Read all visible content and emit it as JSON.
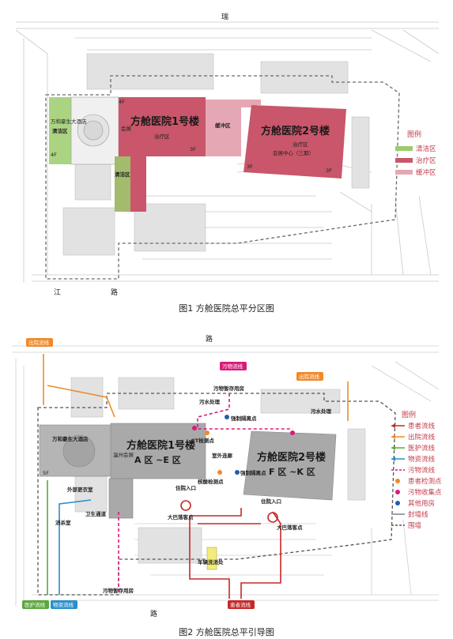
{
  "figure1": {
    "caption": "图1   方舱医院总平分区图",
    "buildings": {
      "b1": {
        "name": "方舱医院1号楼",
        "zone": "治疗区",
        "sub": "会展"
      },
      "b2": {
        "name": "方舱医院2号楼",
        "zone": "治疗区",
        "sub": "会展中心（三期）"
      }
    },
    "zones": {
      "clean_a": "清洁区",
      "clean_b": "清洁区",
      "buffer": "缓冲区",
      "hotel": "万和豪生大酒店"
    },
    "roads": {
      "top": "瑞",
      "bottom_a": "江",
      "bottom_b": "路"
    },
    "floor_marks": [
      "4F",
      "4F",
      "3F",
      "3F",
      "3F"
    ],
    "legend": {
      "title": "图例",
      "items": [
        {
          "label": "清洁区",
          "color": "#9ccc6c"
        },
        {
          "label": "治疗区",
          "color": "#c9566a"
        },
        {
          "label": "缓冲区",
          "color": "#e6a7b4"
        }
      ]
    }
  },
  "figure2": {
    "caption": "图2   方舱医院总平引导图",
    "buildings": {
      "b1": {
        "name": "方舱医院1号楼",
        "zones": "A 区 ~E 区",
        "sub": "温州会展"
      },
      "b2": {
        "name": "方舱医院2号楼",
        "zones": "F 区 ~K 区"
      }
    },
    "tags": {
      "discharge_a": "出院流线",
      "discharge_b": "出院流线",
      "waste": "污物流线",
      "patient": "患者流线",
      "medical": "医护流线",
      "supply": "物资流线"
    },
    "labels": {
      "hotel": "万和豪生大酒店",
      "waste_room": "污物暂存用房",
      "sewage_a": "污水处理",
      "sewage_b": "污水处理",
      "isolation_a": "强制隔离点",
      "isolation_b": "强制隔离点",
      "ct": "CT检测点",
      "outdoor": "室外连廊",
      "nucleic": "核酸检测点",
      "changing": "外部更衣室",
      "disinfect": "消杀室",
      "corridor": "卫生通道",
      "entry_a": "住院入口",
      "entry_b": "住院入口",
      "bus_a": "大巴落客点",
      "bus_b": "大巴落客点",
      "wash": "车辆洗消处",
      "waste_store": "污物暂存用房",
      "floor": "5F"
    },
    "roads": {
      "top": "路",
      "bottom": "路"
    },
    "legend": {
      "title": "图例",
      "items": [
        {
          "label": "患者流线",
          "color": "#c62828",
          "kind": "arrow"
        },
        {
          "label": "出院流线",
          "color": "#f08a2a",
          "kind": "arrow"
        },
        {
          "label": "医护流线",
          "color": "#5aa83c",
          "kind": "arrow"
        },
        {
          "label": "物资流线",
          "color": "#2a8fc9",
          "kind": "arrow"
        },
        {
          "label": "污物流线",
          "color": "#d81b7a",
          "kind": "dash"
        },
        {
          "label": "患者检测点",
          "color": "#f08a2a",
          "kind": "dot"
        },
        {
          "label": "污物收集点",
          "color": "#d81b7a",
          "kind": "dot"
        },
        {
          "label": "其他用房",
          "color": "#1f5fa8",
          "kind": "dot"
        },
        {
          "label": "封墙线",
          "color": "#9aa3b0",
          "kind": "solid"
        },
        {
          "label": "围墙",
          "color": "#555555",
          "kind": "dashed"
        }
      ]
    }
  }
}
